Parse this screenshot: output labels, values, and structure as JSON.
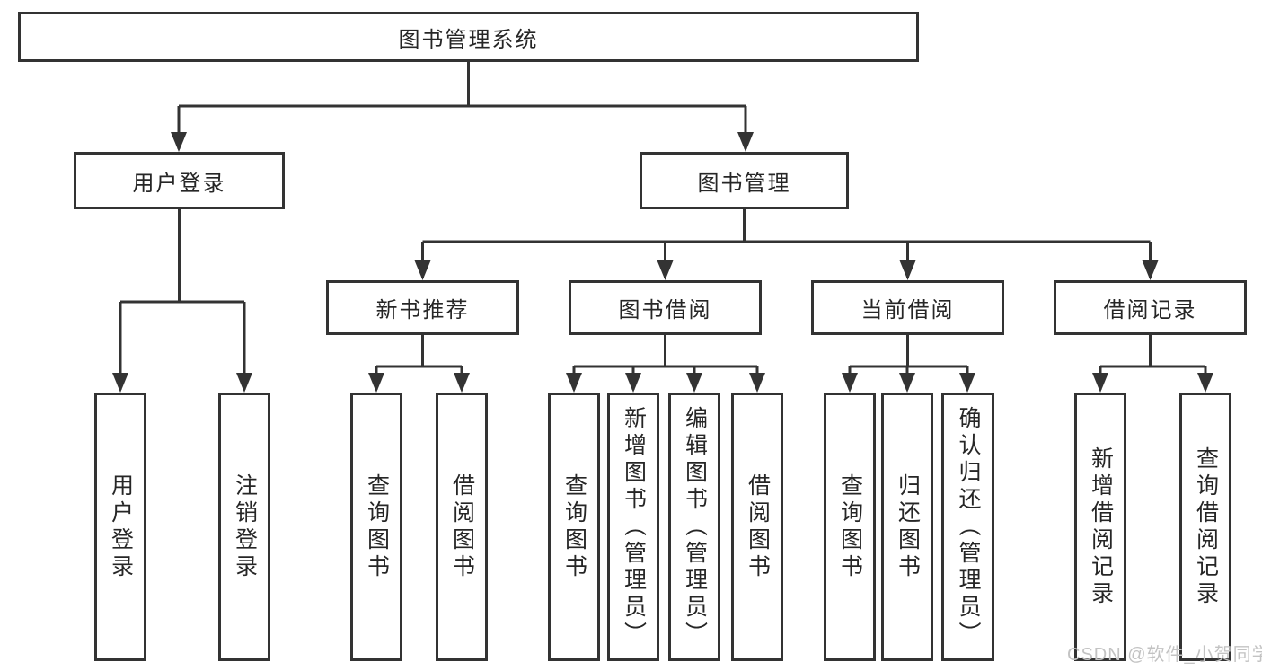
{
  "colors": {
    "background": "#ffffff",
    "box_border": "#333333",
    "box_fill": "#ffffff",
    "text": "#262626",
    "connector": "#333333",
    "watermark": "#c3c3c3"
  },
  "diagram": {
    "root": {
      "label": "图书管理系统"
    },
    "level2": {
      "user_login": {
        "label": "用户登录"
      },
      "book_mgmt": {
        "label": "图书管理"
      }
    },
    "level3": {
      "new_books": {
        "label": "新书推荐"
      },
      "borrowing": {
        "label": "图书借阅"
      },
      "current": {
        "label": "当前借阅"
      },
      "records": {
        "label": "借阅记录"
      }
    },
    "leaves": {
      "login": {
        "label": "用户登录"
      },
      "logout": {
        "label": "注销登录"
      },
      "nb_query": {
        "label": "查询图书"
      },
      "nb_borrow": {
        "label": "借阅图书"
      },
      "bw_query": {
        "label": "查询图书"
      },
      "bw_add": {
        "label": "新增图书（管理员）"
      },
      "bw_edit": {
        "label": "编辑图书（管理员）"
      },
      "bw_borrow": {
        "label": "借阅图书"
      },
      "cu_query": {
        "label": "查询图书"
      },
      "cu_return": {
        "label": "归还图书"
      },
      "cu_confirm": {
        "label": "确认归还（管理员）"
      },
      "rc_add": {
        "label": "新增借阅记录"
      },
      "rc_query": {
        "label": "查询借阅记录"
      }
    }
  },
  "watermark": {
    "text": "CSDN @软件_小贺同学"
  }
}
